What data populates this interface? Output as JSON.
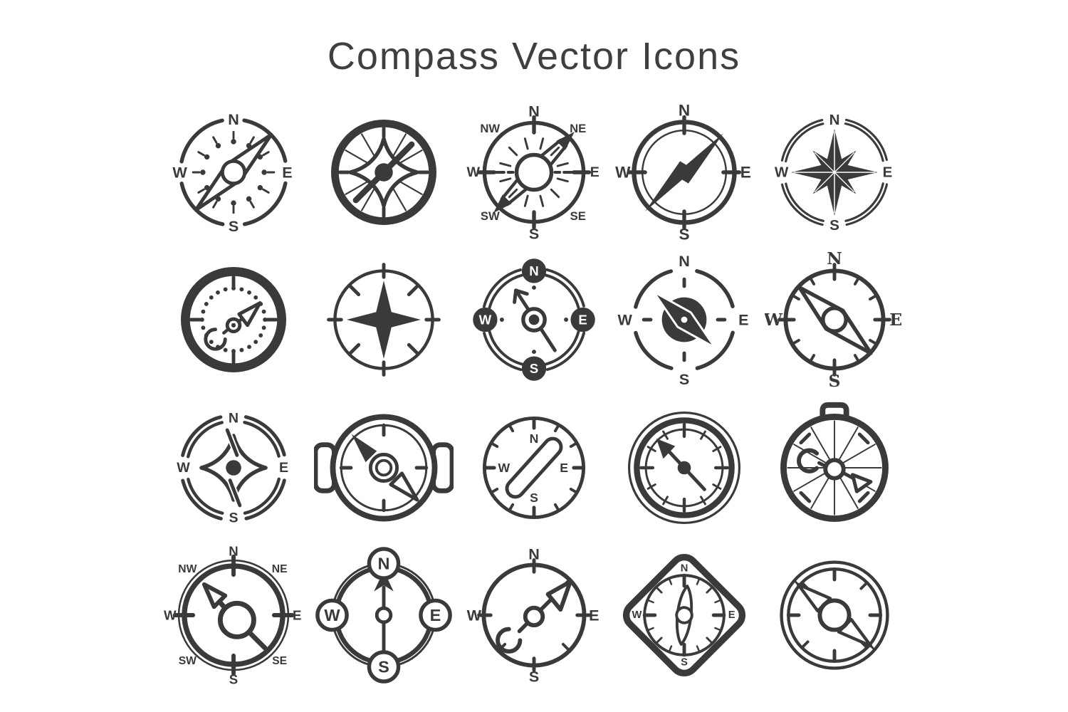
{
  "title": "Compass Vector Icons",
  "colors": {
    "ink": "#3a3a3c",
    "title": "#3f3f41",
    "background": "#ffffff"
  },
  "icons": [
    {
      "name": "compass-pin-dial",
      "labels": {
        "n": "N",
        "e": "E",
        "s": "S",
        "w": "W"
      }
    },
    {
      "name": "compass-star-spokes",
      "labels": {}
    },
    {
      "name": "compass-sunburst-8-dir",
      "labels": {
        "n": "N",
        "ne": "NE",
        "e": "E",
        "se": "SE",
        "s": "S",
        "sw": "SW",
        "w": "W",
        "nw": "NW"
      }
    },
    {
      "name": "compass-classic-needle",
      "labels": {
        "n": "N",
        "e": "E",
        "s": "S",
        "w": "W"
      }
    },
    {
      "name": "wind-rose-star",
      "labels": {
        "n": "N",
        "e": "E",
        "s": "S",
        "w": "W"
      }
    },
    {
      "name": "compass-dotted-dial",
      "labels": {}
    },
    {
      "name": "compass-four-point-star",
      "labels": {}
    },
    {
      "name": "compass-filled-badges",
      "labels": {
        "n": "N",
        "e": "E",
        "s": "S",
        "w": "W"
      }
    },
    {
      "name": "compass-dark-disc-needle",
      "labels": {
        "n": "N",
        "e": "E",
        "s": "S",
        "w": "W"
      }
    },
    {
      "name": "compass-typewriter-dial",
      "labels": {
        "n": "N",
        "e": "E",
        "s": "S",
        "w": "W"
      }
    },
    {
      "name": "compass-curved-star",
      "labels": {
        "n": "N",
        "e": "E",
        "s": "S",
        "w": "W"
      }
    },
    {
      "name": "watch-compass",
      "labels": {}
    },
    {
      "name": "compass-capsule-needle",
      "labels": {
        "n": "N",
        "e": "E",
        "s": "S",
        "w": "W"
      }
    },
    {
      "name": "compass-triple-ring",
      "labels": {}
    },
    {
      "name": "pocket-compass-handle",
      "labels": {}
    },
    {
      "name": "compass-8-dir-magnifier",
      "labels": {
        "n": "N",
        "ne": "NE",
        "e": "E",
        "se": "SE",
        "s": "S",
        "sw": "SW",
        "w": "W",
        "nw": "NW"
      }
    },
    {
      "name": "compass-outline-badges-arrow",
      "labels": {
        "n": "N",
        "e": "E",
        "s": "S",
        "w": "W"
      }
    },
    {
      "name": "compass-arrow-hook",
      "labels": {
        "n": "N",
        "e": "E",
        "s": "S",
        "w": "W"
      }
    },
    {
      "name": "diamond-compass",
      "labels": {
        "n": "N",
        "e": "E",
        "s": "S",
        "w": "W"
      }
    },
    {
      "name": "compass-blade-needle",
      "labels": {}
    }
  ]
}
